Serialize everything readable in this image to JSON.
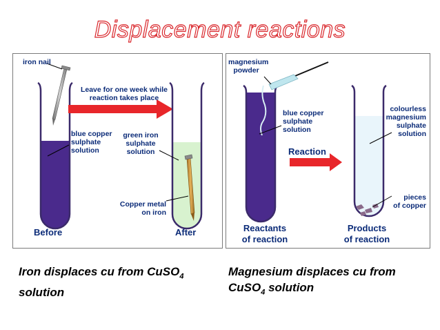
{
  "title": "Displacement reactions",
  "left_panel": {
    "iron_nail": "iron nail",
    "leave_line1": "Leave for one week while",
    "leave_line2": "reaction takes place",
    "blue_line1": "blue copper",
    "blue_line2": "sulphate",
    "blue_line3": "solution",
    "green_line1": "green iron",
    "green_line2": "sulphate",
    "green_line3": "solution",
    "copper_line1": "Copper metal",
    "copper_line2": "on iron",
    "before": "Before",
    "after": "After"
  },
  "right_panel": {
    "mg_line1": "magnesium",
    "mg_line2": "powder",
    "blue_line1": "blue copper",
    "blue_line2": "sulphate",
    "blue_line3": "solution",
    "reaction": "Reaction",
    "colourless_line1": "colourless",
    "colourless_line2": "magnesium",
    "colourless_line3": "sulphate",
    "colourless_line4": "solution",
    "pieces_line1": "pieces",
    "pieces_line2": "of copper",
    "reactants_line1": "Reactants",
    "reactants_line2": "of reaction",
    "products_line1": "Products",
    "products_line2": "of reaction"
  },
  "captions": {
    "left_main": "Iron displaces cu from CuSO",
    "left_sub": "4",
    "left_line2": "solution",
    "right_line1": "Magnesium  displaces cu from",
    "right_line2_pre": "CuSO",
    "right_sub": "4",
    "right_line2_post": " solution"
  },
  "colors": {
    "title_outline": "#d9262b",
    "blue_solution": "#4a2a8c",
    "green_solution": "#d8f2cf",
    "arrow": "#e8262a",
    "label_text": "#0b2b78"
  }
}
